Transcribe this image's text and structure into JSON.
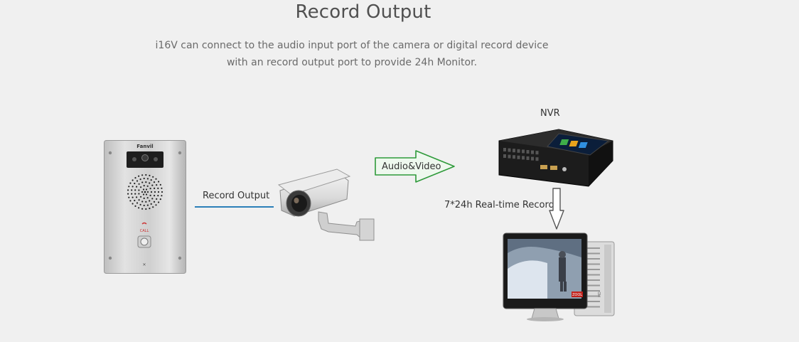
{
  "header": {
    "title": "Record Output",
    "description_line1": "i16V can connect to the audio input port of the camera or digital record device",
    "description_line2": "with an record output port to provide 24h Monitor."
  },
  "diagram": {
    "intercom_brand": "Fanvil",
    "intercom_call_label": "CALL",
    "record_output_label": "Record Output",
    "audio_video_label": "Audio&Video",
    "nvr_label": "NVR",
    "realtime_record_label": "7*24h Real-time Record",
    "monitor_badge": "ZOOL",
    "monitor_side_label": "HD"
  },
  "colors": {
    "background": "#f0f0f0",
    "record_output_line": "#2b7fb8",
    "audio_video_arrow_stroke": "#2e9a3a",
    "audio_video_arrow_fill": "#eef8ee",
    "down_arrow_stroke": "#555555",
    "down_arrow_fill": "#ffffff"
  }
}
